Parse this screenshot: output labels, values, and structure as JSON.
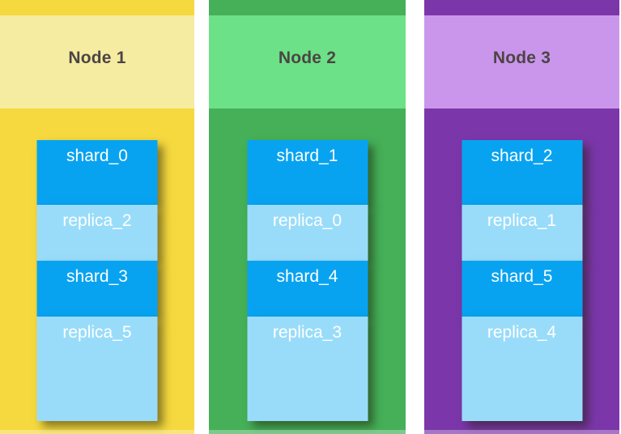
{
  "diagram": {
    "nodes": [
      {
        "title": "Node 1",
        "theme": {
          "header_bg": "#F5ECA1",
          "body_bg": "#F5D93E"
        },
        "items": [
          {
            "label": "shard_0",
            "type": "shard"
          },
          {
            "label": "replica_2",
            "type": "replica"
          },
          {
            "label": "shard_3",
            "type": "shard"
          },
          {
            "label": "replica_5",
            "type": "replica"
          }
        ]
      },
      {
        "title": "Node 2",
        "theme": {
          "header_bg": "#6CE187",
          "body_bg": "#45B058"
        },
        "items": [
          {
            "label": "shard_1",
            "type": "shard"
          },
          {
            "label": "replica_0",
            "type": "replica"
          },
          {
            "label": "shard_4",
            "type": "shard"
          },
          {
            "label": "replica_3",
            "type": "replica"
          }
        ]
      },
      {
        "title": "Node 3",
        "theme": {
          "header_bg": "#CA96EC",
          "body_bg": "#7B37A9"
        },
        "items": [
          {
            "label": "shard_2",
            "type": "shard"
          },
          {
            "label": "replica_1",
            "type": "replica"
          },
          {
            "label": "shard_5",
            "type": "shard"
          },
          {
            "label": "replica_4",
            "type": "replica"
          }
        ]
      }
    ],
    "colors": {
      "shard_bg": "#08A3F0",
      "replica_bg": "#99DCFA",
      "label_text": "#FFFFFF",
      "title_text": "#4C4444",
      "background": "#FFFFFF"
    }
  }
}
